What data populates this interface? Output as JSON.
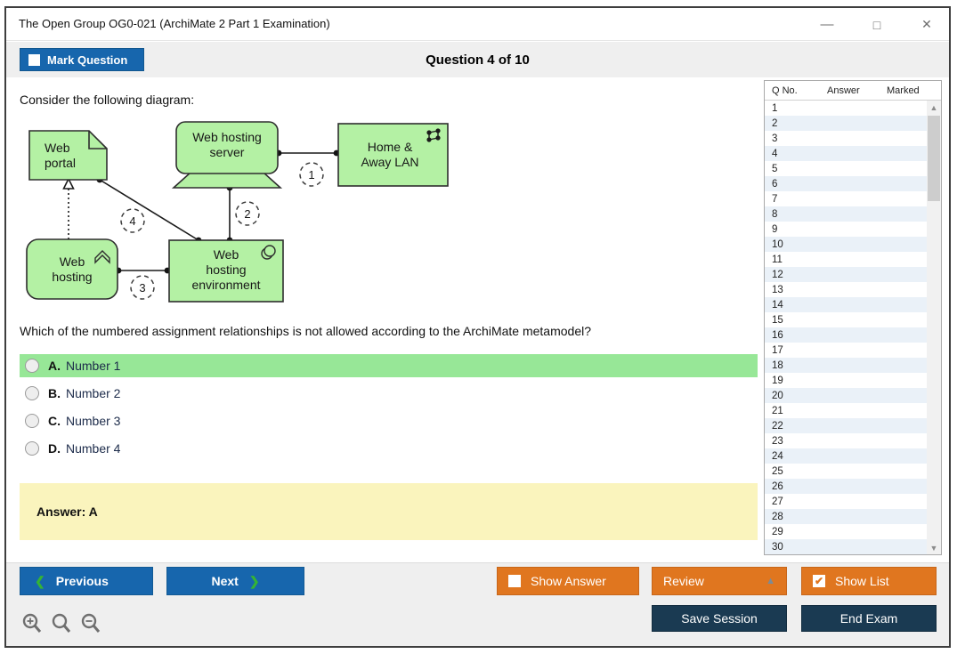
{
  "window": {
    "title": "The Open Group OG0-021 (ArchiMate 2 Part 1 Examination)"
  },
  "icons": {
    "minimize": "—",
    "maximize": "□",
    "close": "✕",
    "prev_chevron": "❮",
    "next_chevron": "❯",
    "review_caret": "▲",
    "checkmark": "✔",
    "scroll_up": "▲",
    "scroll_down": "▼"
  },
  "header": {
    "mark_question_label": "Mark Question",
    "question_counter": "Question 4 of 10"
  },
  "question": {
    "intro": "Consider the following diagram:",
    "prompt": "Which of the numbered assignment relationships is not allowed according to the ArchiMate metamodel?",
    "options": [
      {
        "letter": "A.",
        "text": "Number 1",
        "highlighted": true
      },
      {
        "letter": "B.",
        "text": "Number 2",
        "highlighted": false
      },
      {
        "letter": "C.",
        "text": "Number 3",
        "highlighted": false
      },
      {
        "letter": "D.",
        "text": "Number 4",
        "highlighted": false
      }
    ],
    "answer_label": "Answer: A"
  },
  "diagram": {
    "fill_color": "#b4f1a4",
    "web_portal": [
      "Web",
      "portal"
    ],
    "web_hosting_server": [
      "Web hosting",
      "server"
    ],
    "home_away_lan": [
      "Home &",
      "Away LAN"
    ],
    "web_hosting": [
      "Web",
      "hosting"
    ],
    "web_hosting_environment": [
      "Web",
      "hosting",
      "environment"
    ],
    "relationship_numbers": [
      "1",
      "2",
      "3",
      "4"
    ]
  },
  "sidebar": {
    "columns": [
      "Q No.",
      "Answer",
      "Marked"
    ],
    "rows": [
      "1",
      "2",
      "3",
      "4",
      "5",
      "6",
      "7",
      "8",
      "9",
      "10",
      "11",
      "12",
      "13",
      "14",
      "15",
      "16",
      "17",
      "18",
      "19",
      "20",
      "21",
      "22",
      "23",
      "24",
      "25",
      "26",
      "27",
      "28",
      "29",
      "30"
    ]
  },
  "toolbar": {
    "previous_label": "Previous",
    "next_label": "Next",
    "show_answer_label": "Show Answer",
    "review_label": "Review",
    "show_list_label": "Show List",
    "save_session_label": "Save Session",
    "end_exam_label": "End Exam"
  },
  "colors": {
    "accent_blue": "#1766ad",
    "accent_orange": "#e0761f",
    "navy": "#1a3a52",
    "highlight_green": "#97e797",
    "answer_yellow": "#faf4bd",
    "diagram_green": "#b4f1a4",
    "row_alt_blue": "#eaf1f8",
    "chevron_green": "#35b335"
  }
}
